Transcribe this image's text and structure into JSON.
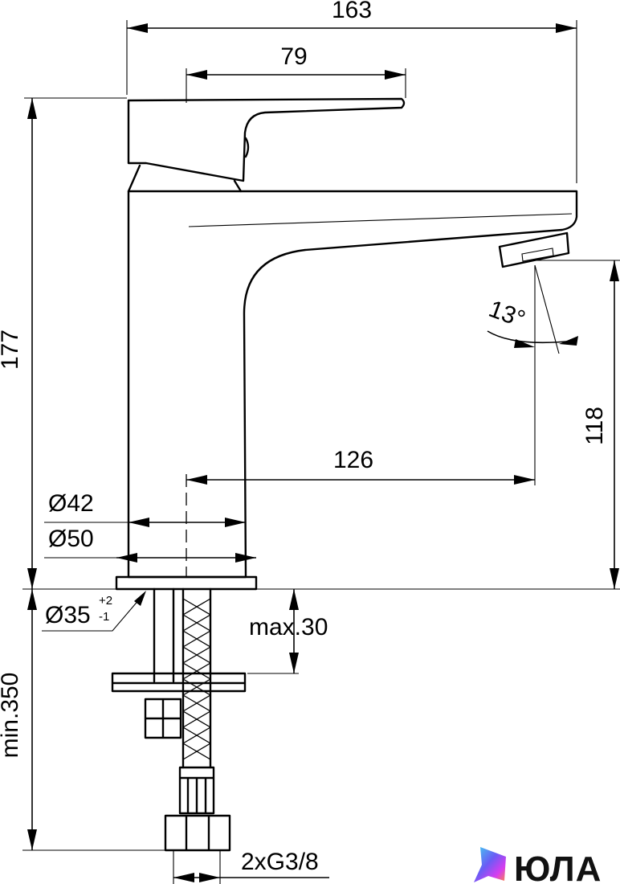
{
  "dimensions": {
    "total_width": "163",
    "handle_length": "79",
    "total_height": "177",
    "spout_height": "118",
    "spout_reach": "126",
    "spray_angle": "13°",
    "body_diameter": "Ø42",
    "base_diameter": "Ø50",
    "hole_diameter": "Ø35",
    "hole_tol_plus": "+2",
    "hole_tol_minus": "-1",
    "max_deck": "max.30",
    "min_hose": "min.350",
    "connection": "2xG3/8"
  },
  "logo": {
    "text": "ЮЛА",
    "colors": [
      "#3fd4f0",
      "#6a5cf5",
      "#d63cf0",
      "#ff8a3c"
    ]
  }
}
